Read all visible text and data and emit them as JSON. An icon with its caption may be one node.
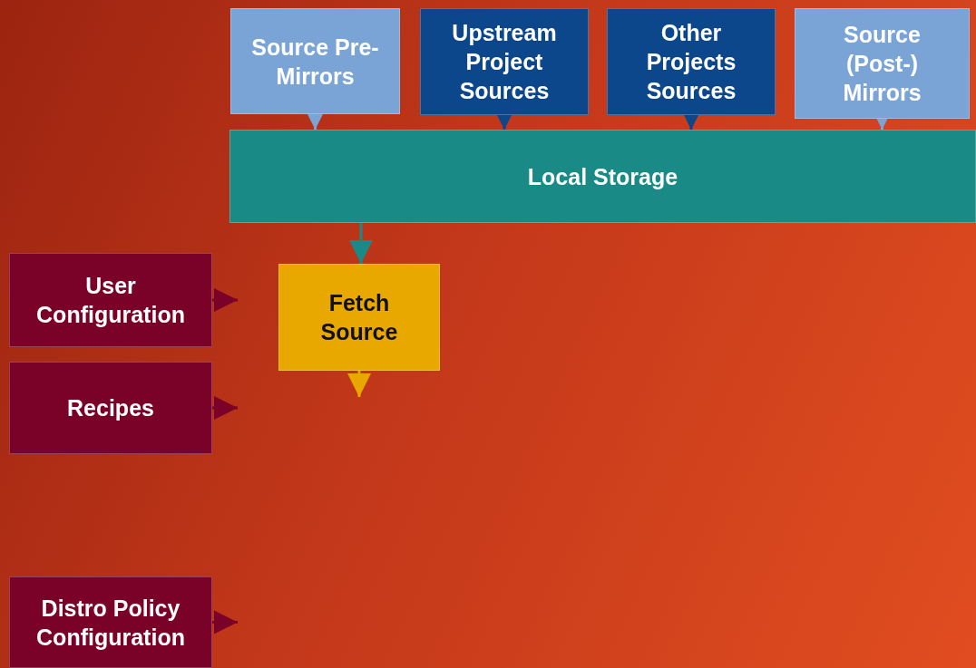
{
  "diagram": {
    "nodes": [
      {
        "text": [
          "Source Pre-Mirrors"
        ]
      },
      {
        "text": [
          "Upstream Project Sources"
        ]
      },
      {
        "text": [
          "Other Projects Sources"
        ]
      },
      {
        "text": [
          "Source (Post-) Mirrors"
        ]
      },
      {
        "text": [
          "Local Storage"
        ]
      },
      {
        "text": [
          "User Configuration"
        ]
      },
      {
        "text": [
          "Fetch Source"
        ]
      },
      {
        "text": [
          "Recipes"
        ]
      },
      {
        "text": [
          "Distro Policy Configuration"
        ]
      }
    ],
    "edges": [
      {
        "from": 0,
        "to": 4,
        "arrow": "to",
        "color": "#7ba4d6"
      },
      {
        "from": 1,
        "to": 4,
        "arrow": "to",
        "color": "#0b478a"
      },
      {
        "from": 2,
        "to": 4,
        "arrow": "to",
        "color": "#0b478a"
      },
      {
        "from": 3,
        "to": 4,
        "arrow": "to",
        "color": "#7ba4d6"
      },
      {
        "from": 4,
        "to": 6,
        "arrow": "to",
        "color": "#1a8a87"
      },
      {
        "from": 5,
        "to": null,
        "arrow": "to",
        "color": "#7a0127"
      },
      {
        "from": 6,
        "to": null,
        "arrow": "to",
        "color": "#e8a800"
      },
      {
        "from": 7,
        "to": null,
        "arrow": "to",
        "color": "#7a0127"
      },
      {
        "from": 8,
        "to": null,
        "arrow": "to",
        "color": "#7a0127"
      }
    ]
  }
}
